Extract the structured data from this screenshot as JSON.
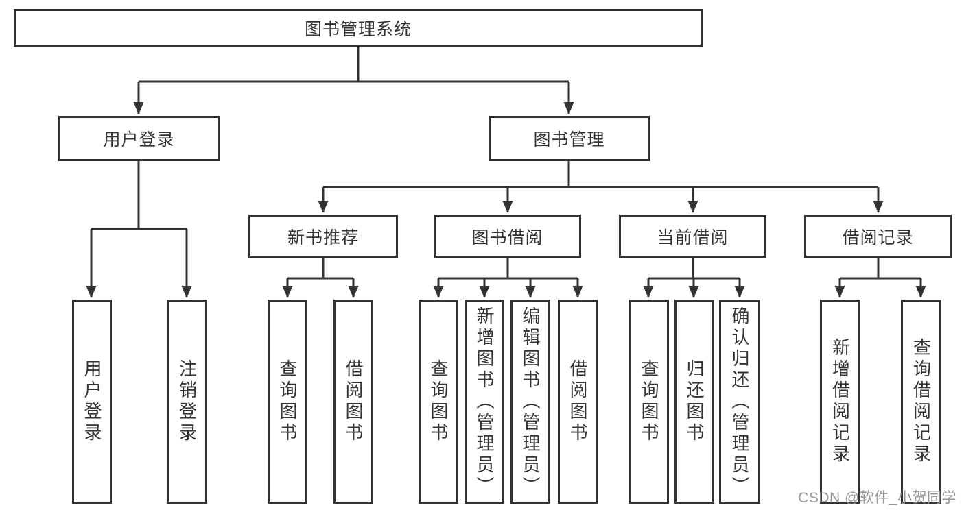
{
  "tree": {
    "root": {
      "label": "图书管理系统"
    },
    "level2": [
      {
        "label": "用户登录",
        "children": [
          {
            "label": "用户登录"
          },
          {
            "label": "注销登录"
          }
        ]
      },
      {
        "label": "图书管理",
        "children": [
          {
            "label": "新书推荐",
            "children": [
              {
                "label": "查询图书"
              },
              {
                "label": "借阅图书"
              }
            ]
          },
          {
            "label": "图书借阅",
            "children": [
              {
                "label": "查询图书"
              },
              {
                "label": "新增图书（管理员）"
              },
              {
                "label": "编辑图书（管理员）"
              },
              {
                "label": "借阅图书"
              }
            ]
          },
          {
            "label": "当前借阅",
            "children": [
              {
                "label": "查询图书"
              },
              {
                "label": "归还图书"
              },
              {
                "label": "确认归还（管理员）"
              }
            ]
          },
          {
            "label": "借阅记录",
            "children": [
              {
                "label": "新增借阅记录"
              },
              {
                "label": "查询借阅记录"
              }
            ]
          }
        ]
      }
    ]
  },
  "watermark": {
    "text": "CSDN @软件_小贺同学"
  },
  "colors": {
    "line": "#333333",
    "text": "#333333",
    "watermark": "#8f8f8f",
    "background": "#ffffff"
  }
}
